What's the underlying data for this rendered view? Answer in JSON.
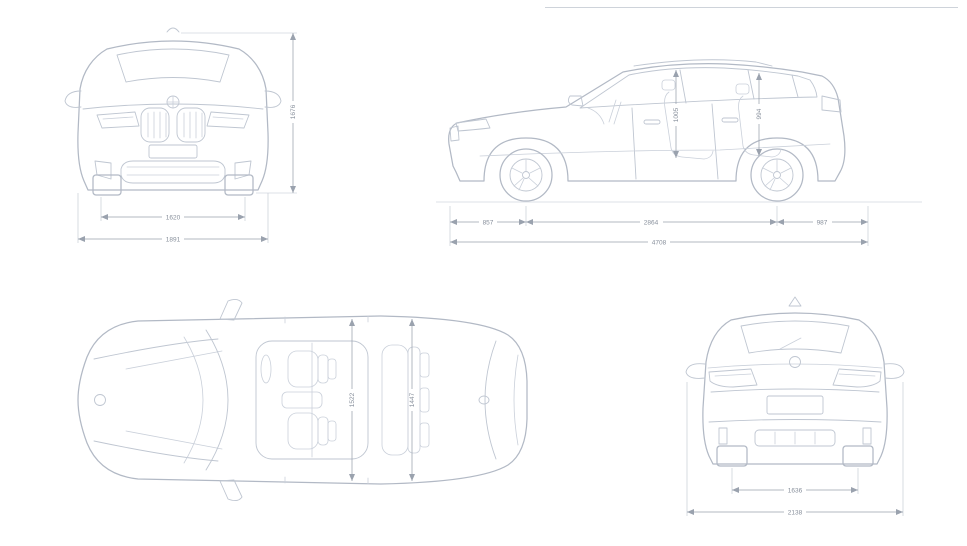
{
  "palette": {
    "background": "#ffffff",
    "outline": "#b2b9c5",
    "detail": "#bfc6d1",
    "dimension_line": "#9aa2ae",
    "dimension_text": "#878f9b"
  },
  "views": {
    "front": {
      "label": "front-view",
      "dims": {
        "track": "1620",
        "width": "1891",
        "height": "1676"
      }
    },
    "side": {
      "label": "side-view",
      "dims": {
        "front_overhang": "857",
        "wheelbase": "2864",
        "rear_overhang": "987",
        "length": "4708",
        "front_headroom": "1005",
        "rear_headroom": "994"
      }
    },
    "top": {
      "label": "top-view",
      "dims": {
        "front_interior_width": "1522",
        "rear_interior_width": "1447"
      }
    },
    "rear": {
      "label": "rear-view",
      "dims": {
        "rear_track": "1636",
        "width_incl_mirrors": "2138"
      }
    }
  }
}
